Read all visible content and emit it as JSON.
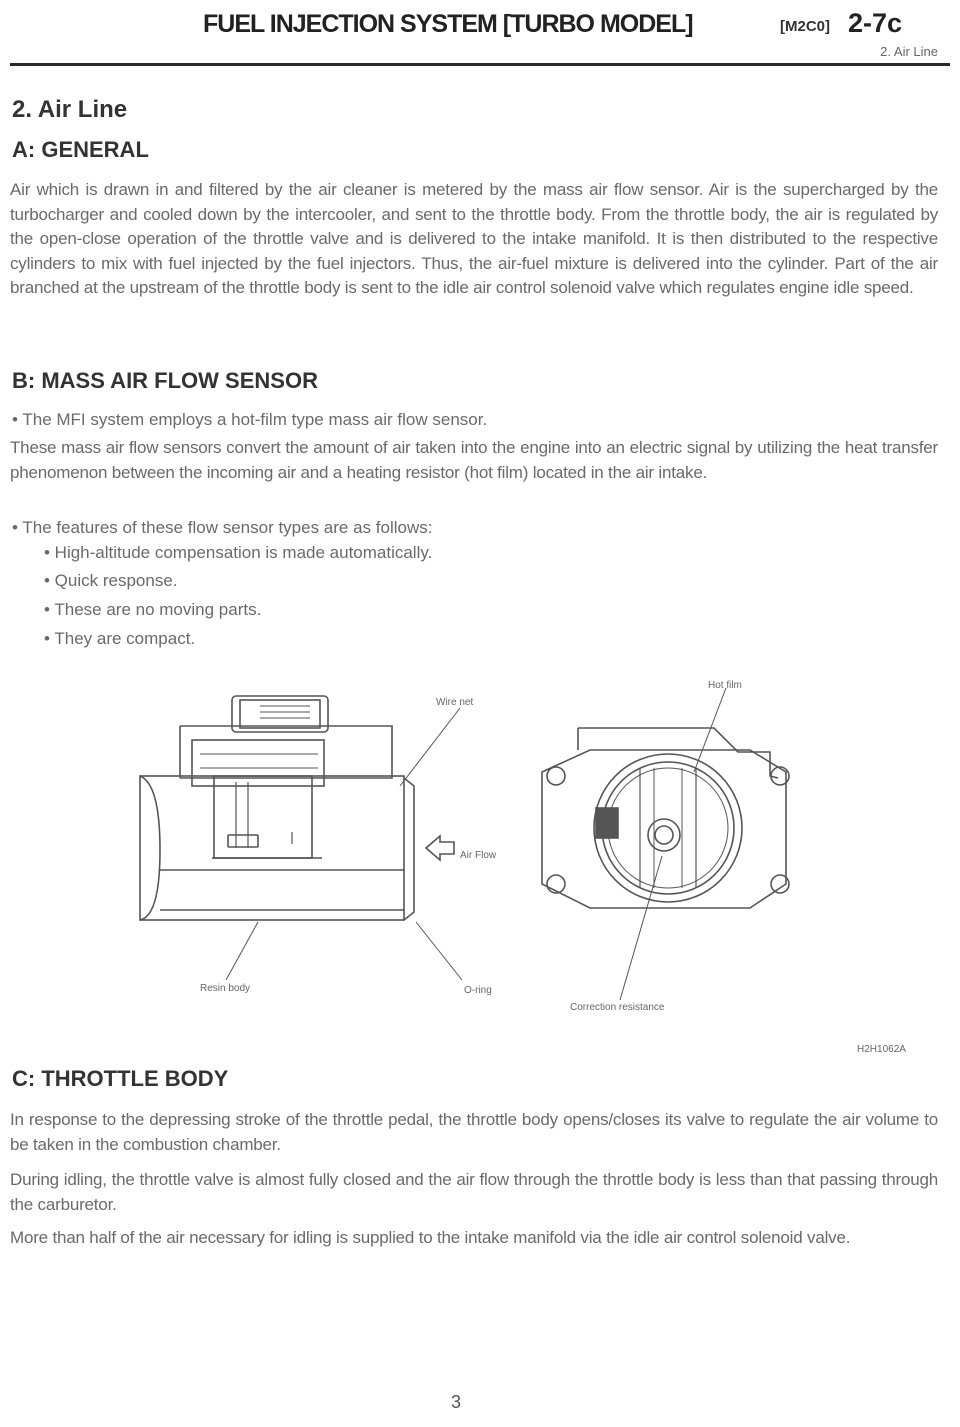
{
  "header": {
    "title": "FUEL INJECTION SYSTEM [TURBO MODEL]",
    "code": "[M2C0]",
    "page_ref": "2-7c",
    "section": "2. Air Line"
  },
  "section_title": "2. Air Line",
  "general": {
    "heading": "A: GENERAL",
    "body": "Air which is drawn in and filtered by the air cleaner is metered by the mass air flow sensor. Air is the supercharged by the turbocharger and cooled down by the intercooler, and sent to the throttle body. From the throttle body, the air is regulated by the open-close operation of the throttle valve and is delivered to the intake manifold. It is then distributed to the respective cylinders to mix with fuel injected by the fuel injectors. Thus, the air-fuel mixture is delivered into the cylinder. Part of the air branched at the upstream of the throttle body is sent to the idle air control solenoid valve which regulates engine idle speed."
  },
  "maf": {
    "heading": "B: MASS AIR FLOW SENSOR",
    "bullet1": "• The MFI system employs a hot-film type mass air flow sensor.",
    "para": "These mass air flow sensors convert the amount of air taken into the engine into an electric signal by utilizing the heat transfer phenomenon between the incoming air and a heating resistor (hot film) located in the air intake.",
    "bullet2": "• The features of these flow sensor types are as follows:",
    "features": [
      "• High-altitude compensation is made automatically.",
      "• Quick response.",
      "• These are no moving parts.",
      "• They are compact."
    ]
  },
  "figure": {
    "labels": {
      "wire_net": "Wire net",
      "hot_film": "Hot film",
      "air_flow": "Air Flow",
      "resin_body": "Resin body",
      "o_ring": "O-ring",
      "correction_resistance": "Correction resistance"
    },
    "code": "H2H1062A"
  },
  "throttle": {
    "heading": "C: THROTTLE BODY",
    "para1": "In response to the depressing stroke of the throttle pedal, the throttle body opens/closes its valve to regulate the air volume to be taken in the combustion chamber.",
    "para2": "During idling, the throttle valve is almost fully closed and the air flow through the throttle body is less than that passing through the carburetor.",
    "para3": "More than half of the air necessary for idling is supplied to the intake manifold via the idle air control solenoid valve."
  },
  "page_number": "3"
}
